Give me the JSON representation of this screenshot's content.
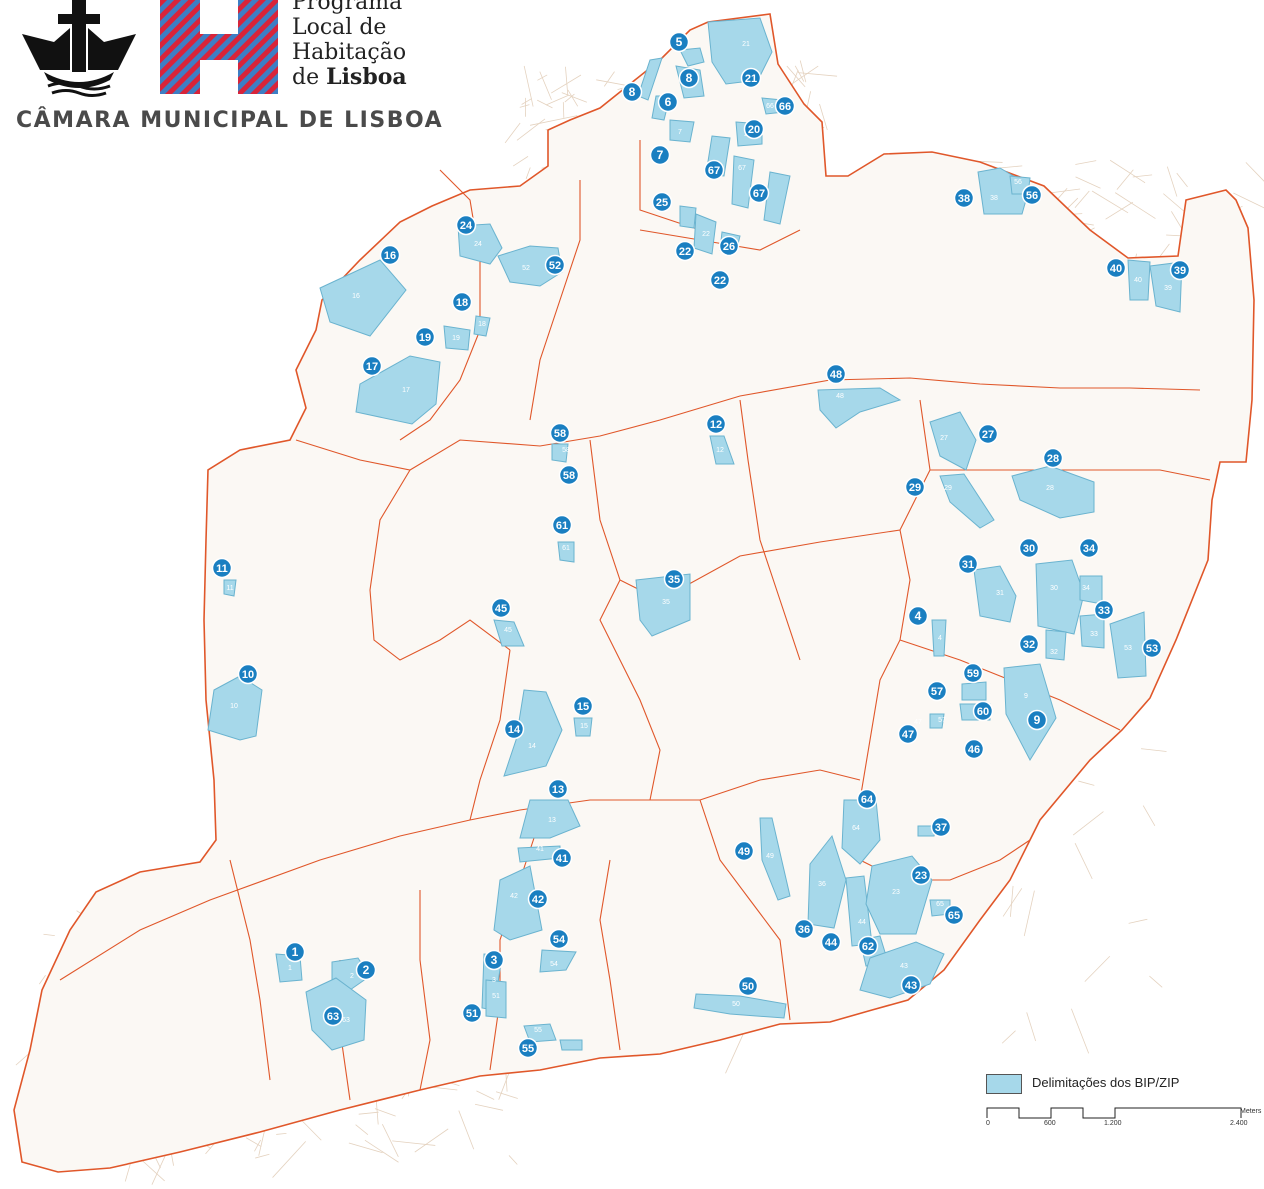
{
  "colors": {
    "zone_fill": "#a6d8ea",
    "zone_stroke": "#6ab3cf",
    "marker_fill": "#1a7fc1",
    "marker_text": "#ffffff",
    "boundary": "#e0572a",
    "street": "#e4d2bf"
  },
  "logo": {
    "title_line1": "Programa",
    "title_line2": "Local de",
    "title_line3": "Habitação",
    "title_line4_prefix": "de",
    "title_line4_bold": "Lisboa",
    "subtitle": "CÂMARA MUNICIPAL DE LISBOA",
    "icon": "lisbon-ship-emblem-icon"
  },
  "legend": {
    "label": "Delimitações dos BIP/ZIP",
    "scale_labels": [
      "0",
      "600",
      "1.200",
      "2.400"
    ],
    "scale_unit": "Meters"
  },
  "zone_markers": [
    "1",
    "2",
    "3",
    "4",
    "5",
    "6",
    "7",
    "8",
    "8",
    "9",
    "10",
    "11",
    "12",
    "13",
    "14",
    "15",
    "16",
    "17",
    "18",
    "19",
    "20",
    "21",
    "22",
    "22",
    "23",
    "24",
    "25",
    "26",
    "27",
    "28",
    "29",
    "30",
    "31",
    "32",
    "33",
    "34",
    "35",
    "36",
    "37",
    "38",
    "39",
    "40",
    "41",
    "42",
    "43",
    "44",
    "45",
    "46",
    "47",
    "48",
    "49",
    "50",
    "51",
    "52",
    "53",
    "54",
    "55",
    "56",
    "57",
    "58",
    "58",
    "59",
    "60",
    "61",
    "62",
    "63",
    "64",
    "65",
    "66",
    "67",
    "67"
  ],
  "zone_labels": [
    "1",
    "2",
    "3",
    "4",
    "6",
    "7",
    "8",
    "9",
    "10",
    "11",
    "12",
    "13",
    "14",
    "15",
    "16",
    "17",
    "18",
    "19",
    "20",
    "21",
    "22",
    "23",
    "24",
    "26",
    "27",
    "28",
    "29",
    "30",
    "31",
    "32",
    "33",
    "34",
    "35",
    "36",
    "38",
    "39",
    "40",
    "41",
    "42",
    "43",
    "44",
    "45",
    "47",
    "48",
    "49",
    "50",
    "51",
    "52",
    "53",
    "54",
    "55",
    "56",
    "57",
    "58",
    "60",
    "61",
    "62",
    "63",
    "64",
    "65",
    "66",
    "67"
  ]
}
